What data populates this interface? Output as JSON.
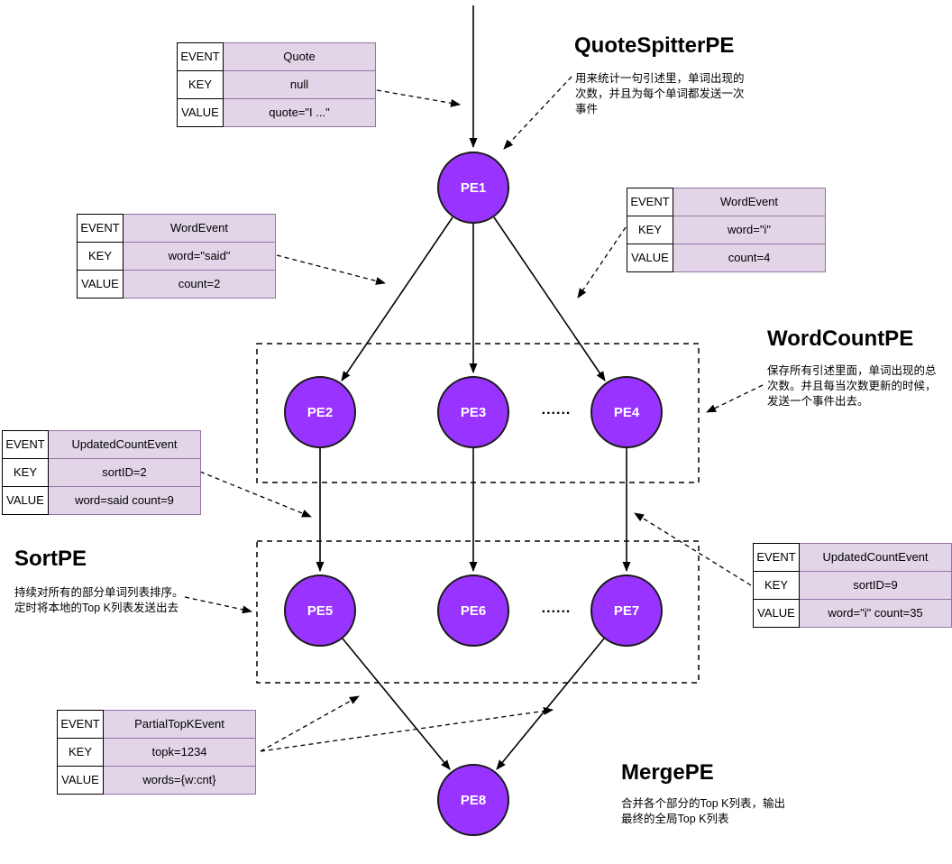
{
  "colors": {
    "node_fill": "#9933FF",
    "node_border": "#1a1a1a",
    "table_value_fill": "#E1D5E7",
    "table_value_border": "#9673A6",
    "table_label_fill": "#FFFFFF",
    "line_color": "#000000"
  },
  "tables": {
    "quote": {
      "rows": [
        {
          "label": "EVENT",
          "value": "Quote"
        },
        {
          "label": "KEY",
          "value": "null"
        },
        {
          "label": "VALUE",
          "value": "quote=\"I ...\""
        }
      ]
    },
    "word_said": {
      "rows": [
        {
          "label": "EVENT",
          "value": "WordEvent"
        },
        {
          "label": "KEY",
          "value": "word=\"said\""
        },
        {
          "label": "VALUE",
          "value": "count=2"
        }
      ]
    },
    "word_i": {
      "rows": [
        {
          "label": "EVENT",
          "value": "WordEvent"
        },
        {
          "label": "KEY",
          "value": "word=\"i\""
        },
        {
          "label": "VALUE",
          "value": "count=4"
        }
      ]
    },
    "updated_left": {
      "rows": [
        {
          "label": "EVENT",
          "value": "UpdatedCountEvent"
        },
        {
          "label": "KEY",
          "value": "sortID=2"
        },
        {
          "label": "VALUE",
          "value": "word=said count=9"
        }
      ]
    },
    "updated_right": {
      "rows": [
        {
          "label": "EVENT",
          "value": "UpdatedCountEvent"
        },
        {
          "label": "KEY",
          "value": "sortID=9"
        },
        {
          "label": "VALUE",
          "value": "word=\"i\" count=35"
        }
      ]
    },
    "partial_topk": {
      "rows": [
        {
          "label": "EVENT",
          "value": "PartialTopKEvent"
        },
        {
          "label": "KEY",
          "value": "topk=1234"
        },
        {
          "label": "VALUE",
          "value": "words={w:cnt}"
        }
      ]
    }
  },
  "nodes": {
    "pe1": "PE1",
    "pe2": "PE2",
    "pe3": "PE3",
    "pe4": "PE4",
    "pe5": "PE5",
    "pe6": "PE6",
    "pe7": "PE7",
    "pe8": "PE8"
  },
  "ellipsis": "......",
  "sections": {
    "quote_spitter": {
      "title": "QuoteSpitterPE",
      "description": "用来统计一句引述里，单词出现的\n次数，并且为每个单词都发送一次\n事件"
    },
    "word_count": {
      "title": "WordCountPE",
      "description": "保存所有引述里面，单词出现的总\n次数。并且每当次数更新的时候，\n发送一个事件出去。"
    },
    "sort": {
      "title": "SortPE",
      "description": "持续对所有的部分单词列表排序。\n定时将本地的Top K列表发送出去"
    },
    "merge": {
      "title": "MergePE",
      "description": "合并各个部分的Top K列表，输出\n最终的全局Top K列表"
    }
  }
}
